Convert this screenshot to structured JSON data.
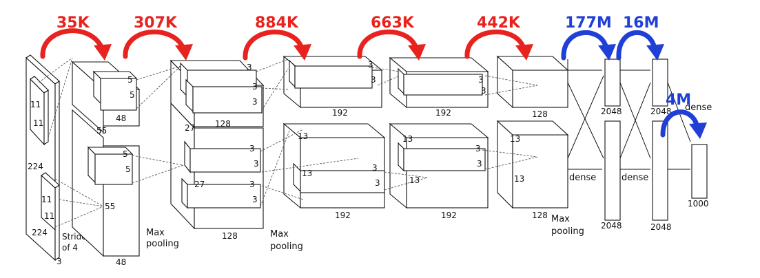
{
  "colors": {
    "conv_param": "#e8231f",
    "fc_param": "#1f3fd6",
    "line": "#111111"
  },
  "params": {
    "p1": "35K",
    "p2": "307K",
    "p3": "884K",
    "p4": "663K",
    "p5": "442K",
    "p6": "177M",
    "p7": "16M",
    "p8": "4M"
  },
  "labels": {
    "in224a": "224",
    "in224b": "224",
    "in3": "3",
    "k11a": "11",
    "k11b": "11",
    "k11c": "11",
    "k11d": "11",
    "stride1": "Stride",
    "stride2": "of 4",
    "d55a": "55",
    "d55b": "55",
    "d48a": "48",
    "d48b": "48",
    "k5a": "5",
    "k5b": "5",
    "k5c": "5",
    "k5d": "5",
    "mp1a": "Max",
    "mp1b": "pooling",
    "d27a": "27",
    "d27b": "27",
    "d128a": "128",
    "d128b": "128",
    "k3a": "3",
    "k3b": "3",
    "k3c": "3",
    "k3d": "3",
    "mp2a": "Max",
    "mp2b": "pooling",
    "k3e": "3",
    "k3f": "3",
    "d13a": "13",
    "d13b": "13",
    "k3g": "3",
    "k3h": "3",
    "d192a": "192",
    "d192b": "192",
    "k3i": "3",
    "k3j": "3",
    "d13c": "13",
    "d13d": "13",
    "k3k": "3",
    "k3l": "3",
    "d192c": "192",
    "d192d": "192",
    "d13e": "13",
    "d13f": "13",
    "d128c": "128",
    "d128d": "128",
    "mp3a": "Max",
    "mp3b": "pooling",
    "dense1": "dense",
    "dense2": "dense",
    "dense3": "dense",
    "d2048a": "2048",
    "d2048b": "2048",
    "d2048c": "2048",
    "d2048d": "2048",
    "d1000": "1000"
  }
}
